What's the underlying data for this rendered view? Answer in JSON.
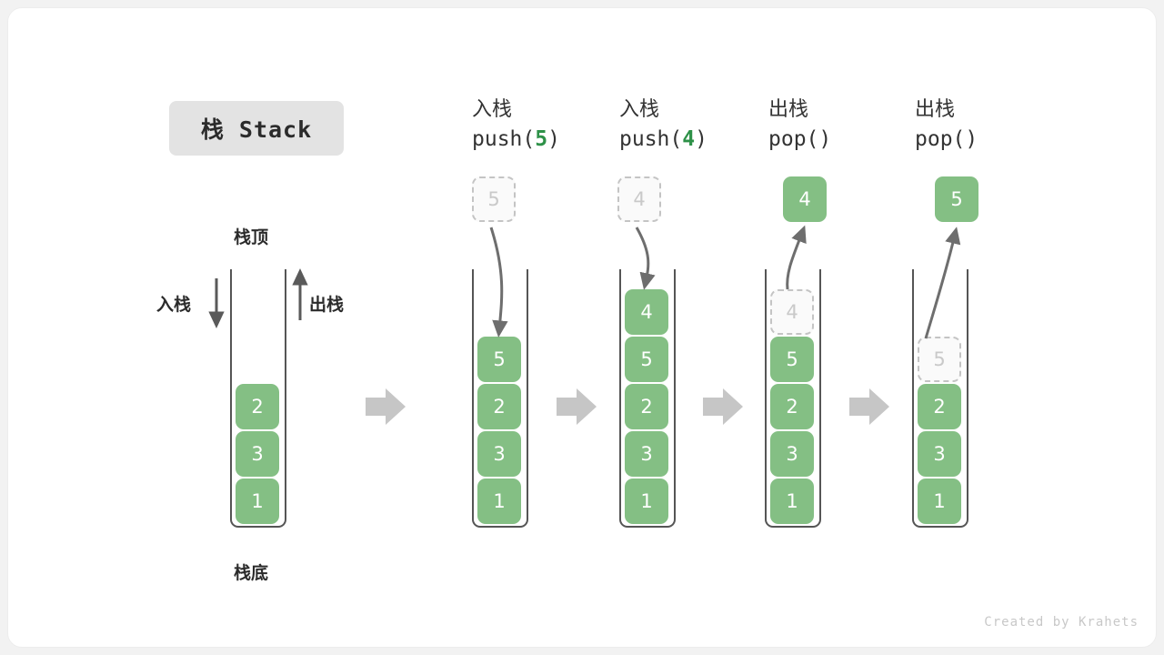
{
  "figure": {
    "title": "栈 Stack",
    "watermark": "Created by Krahets",
    "accent_green": "#84bf84",
    "accent_green_text": "#2e9148",
    "ghost_border": "#c4c4c4",
    "arrow_gray": "#b7b7b7",
    "outline_gray": "#555555"
  },
  "base": {
    "top_label": "栈顶",
    "bottom_label": "栈底",
    "push_label": "入栈",
    "pop_label": "出栈",
    "cells": [
      "2",
      "3",
      "1"
    ]
  },
  "stages": [
    {
      "id": "stage-push-5",
      "head_line1": "入栈",
      "head_prefix": "push(",
      "head_arg": "5",
      "head_suffix": ")",
      "floating": {
        "value": "5",
        "style": "ghost"
      },
      "cells": [
        "5",
        "2",
        "3",
        "1"
      ],
      "ghost_in_stack": null
    },
    {
      "id": "stage-push-4",
      "head_line1": "入栈",
      "head_prefix": "push(",
      "head_arg": "4",
      "head_suffix": ")",
      "floating": {
        "value": "4",
        "style": "ghost"
      },
      "cells": [
        "4",
        "5",
        "2",
        "3",
        "1"
      ],
      "ghost_in_stack": null
    },
    {
      "id": "stage-pop-1",
      "head_line1": "出栈",
      "head_prefix": "pop(",
      "head_arg": "",
      "head_suffix": ")",
      "floating": {
        "value": "4",
        "style": "solid"
      },
      "cells": [
        "5",
        "2",
        "3",
        "1"
      ],
      "ghost_in_stack": "4"
    },
    {
      "id": "stage-pop-2",
      "head_line1": "出栈",
      "head_prefix": "pop(",
      "head_arg": "",
      "head_suffix": ")",
      "floating": {
        "value": "5",
        "style": "solid"
      },
      "cells": [
        "2",
        "3",
        "1"
      ],
      "ghost_in_stack": "5"
    }
  ],
  "transitions": [
    "arrow-right",
    "arrow-right",
    "arrow-right",
    "arrow-right"
  ]
}
